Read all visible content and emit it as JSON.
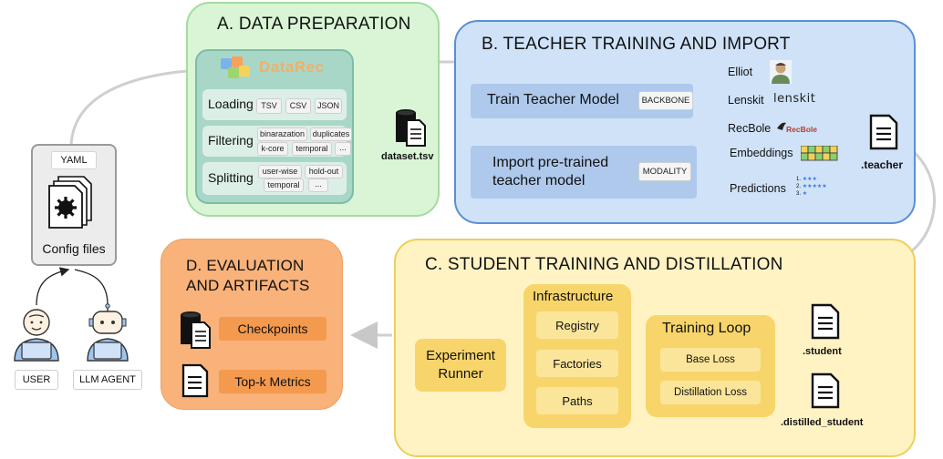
{
  "config": {
    "yaml_label": "YAML",
    "files_label": "Config files",
    "user_label": "USER",
    "agent_label": "LLM AGENT"
  },
  "data_prep": {
    "title": "A. DATA PREPARATION",
    "logo_text": "DataRec",
    "rows": [
      {
        "label": "Loading",
        "chips": [
          "TSV",
          "CSV",
          "JSON"
        ]
      },
      {
        "label": "Filtering",
        "chips": [
          "binarazation",
          "duplicates",
          "k-core",
          "temporal",
          "..."
        ]
      },
      {
        "label": "Splitting",
        "chips": [
          "user-wise",
          "hold-out",
          "temporal",
          "..."
        ]
      }
    ],
    "output_label": "dataset.tsv"
  },
  "teacher": {
    "title": "B. TEACHER TRAINING AND IMPORT",
    "train_label": "Train Teacher Model",
    "backbone_label": "BACKBONE",
    "import_label_line1": "Import pre-trained",
    "import_label_line2": "teacher model",
    "modality_label": "MODALITY",
    "frameworks": [
      "Elliot",
      "Lenskit",
      "RecBole"
    ],
    "lenskit_logo": "lenskit",
    "recbole_logo": "RecBole",
    "modalities": [
      "Embeddings",
      "Predictions"
    ],
    "output_label": ".teacher",
    "rank_numbers": [
      "1.",
      "2.",
      "3."
    ]
  },
  "student": {
    "title": "C. STUDENT TRAINING AND DISTILLATION",
    "infra_label": "Infrastructure",
    "infra_items": [
      "Registry",
      "Factories",
      "Paths"
    ],
    "runner_line1": "Experiment",
    "runner_line2": "Runner",
    "loop_label": "Training Loop",
    "loop_items": [
      "Base Loss",
      "Distillation Loss"
    ],
    "outputs": [
      ".student",
      ".distilled_student"
    ]
  },
  "evaluation": {
    "title_line1": "D. EVALUATION",
    "title_line2": "AND ARTIFACTS",
    "items": [
      "Checkpoints",
      "Top-k Metrics"
    ]
  },
  "colors": {
    "a_fill": "#d9f5d6",
    "a_border": "#9bd59a",
    "b_fill": "#cfe2f8",
    "b_border": "#5b8fd4",
    "c_fill": "#fff3c4",
    "c_border": "#eccf5b",
    "d_fill": "#f8b27a",
    "d_border": "#e08a43"
  }
}
